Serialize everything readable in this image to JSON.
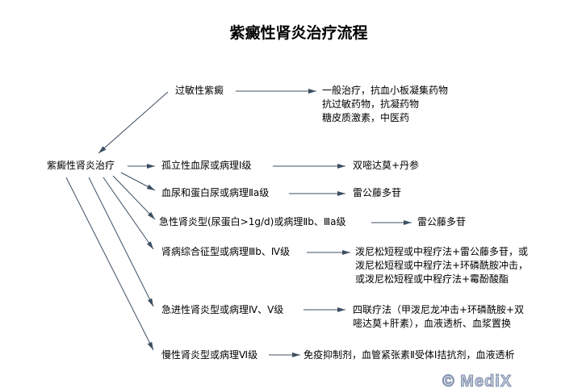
{
  "title": "紫癜性肾炎治疗流程",
  "root": "紫癜性肾炎治疗",
  "allergic": {
    "label": "过敏性紫癜",
    "treatment": [
      "一般治疗，抗血小板凝集药物",
      "抗过敏药物，抗凝药物",
      "糖皮质激素，中医药"
    ]
  },
  "rows": [
    {
      "label": "孤立性血尿或病理Ⅰ级",
      "treatment": [
        "双嘧达莫+丹参"
      ]
    },
    {
      "label": "血尿和蛋白尿或病理Ⅱa级",
      "treatment": [
        "雷公藤多苷"
      ]
    },
    {
      "label": "急性肾炎型(尿蛋白>1g/d)或病理Ⅱb、Ⅲa级",
      "treatment": [
        "雷公藤多苷"
      ]
    },
    {
      "label": "肾病综合征型或病理Ⅲb、Ⅳ级",
      "treatment": [
        "泼尼松短程或中程疗法+雷公藤多苷，或",
        "泼尼松短程或中程疗法+环磷酰胺冲击，",
        "或泼尼松短程或中程疗法+霉酚酸酯"
      ]
    },
    {
      "label": "急进性肾炎型或病理Ⅳ、Ⅴ级",
      "treatment": [
        "四联疗法（甲泼尼龙冲击+环磷酰胺+双",
        "嘧达莫+肝素），血液透析、血浆置换"
      ]
    },
    {
      "label": "慢性肾炎型或病理Ⅵ级",
      "treatment": [
        "免疫抑制剂，血管紧张素Ⅱ受体Ⅰ拮抗剂，血液透析"
      ]
    }
  ],
  "watermark": "© MediX",
  "colors": {
    "arrow": "#3c4f62"
  }
}
